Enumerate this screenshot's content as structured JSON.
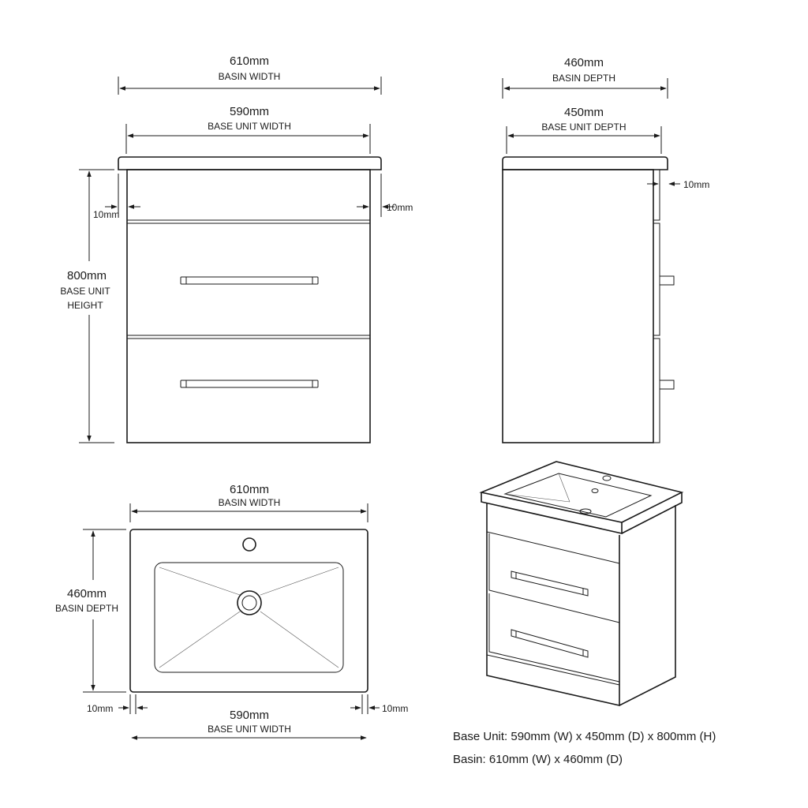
{
  "front_view": {
    "basin_width_value": "610mm",
    "basin_width_label": "BASIN WIDTH",
    "base_width_value": "590mm",
    "base_width_label": "BASE UNIT WIDTH",
    "left_offset": "10mm",
    "right_offset": "10mm",
    "height_value": "800mm",
    "height_label_line1": "BASE UNIT",
    "height_label_line2": "HEIGHT"
  },
  "side_view": {
    "basin_depth_value": "460mm",
    "basin_depth_label": "BASIN DEPTH",
    "base_depth_value": "450mm",
    "base_depth_label": "BASE UNIT DEPTH",
    "offset": "10mm"
  },
  "top_view": {
    "basin_width_value": "610mm",
    "basin_width_label": "BASIN WIDTH",
    "basin_depth_value": "460mm",
    "basin_depth_label": "BASIN DEPTH",
    "left_offset": "10mm",
    "right_offset": "10mm",
    "base_width_value": "590mm",
    "base_width_label": "BASE UNIT WIDTH"
  },
  "specs": {
    "base_unit": "Base Unit: 590mm (W) x 450mm (D) x 800mm (H)",
    "basin": "Basin: 610mm (W) x 460mm (D)"
  },
  "colors": {
    "line": "#1a1a1a",
    "background": "#ffffff"
  }
}
